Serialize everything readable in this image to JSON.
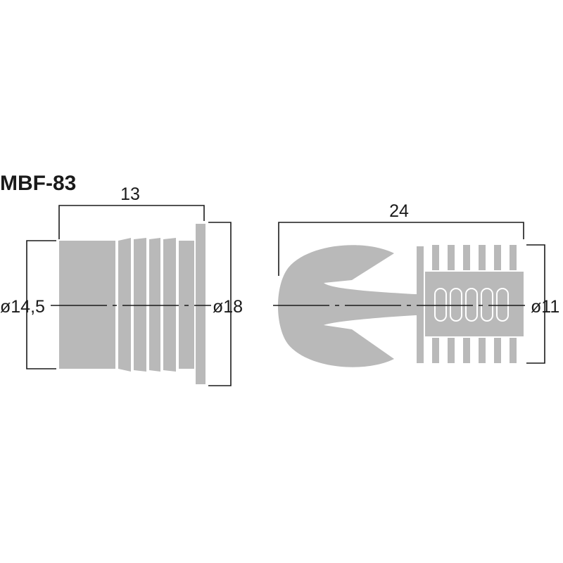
{
  "title": "MBF-83",
  "left_view": {
    "length": "13",
    "diameter_body": "ø14,5",
    "diameter_flange": "ø18"
  },
  "right_view": {
    "length": "24",
    "diameter": "ø11"
  },
  "colors": {
    "part_fill": "#b9b9b9",
    "line": "#1a1a1a",
    "background": "#ffffff"
  }
}
